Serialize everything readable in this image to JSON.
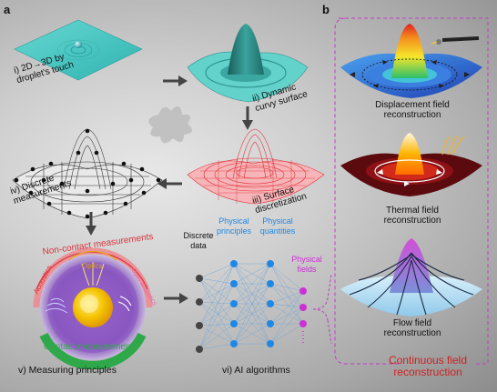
{
  "panel_a": {
    "letter": "a",
    "step1": "i) 2D→3D by droplet's touch",
    "step2": "ii) Dynamic curvy surface",
    "step3": "iii) Surface discretization",
    "step4": "iv) Discrete measurements",
    "step5": "v) Measuring principles",
    "step6": "vi) AI algorithms",
    "principles": {
      "non_contact": "Non-contact measurements",
      "contact": "Contact measurements",
      "optics": "Optics",
      "acoustics": "Acoustics",
      "opto_acoustics": "Opto-acoustics"
    },
    "network": {
      "discrete_data": "Discrete data",
      "physical_principles": "Physical principles",
      "physical_quantities": "Physical quantities",
      "physical_fields": "Physical fields"
    }
  },
  "panel_b": {
    "letter": "b",
    "displacement": "Displacement field reconstruction",
    "thermal": "Thermal field reconstruction",
    "flow": "Flow field reconstruction",
    "caption": "Continuous field reconstruction"
  },
  "colors": {
    "network_blue": "#1e88e5",
    "fields_magenta": "#cc2fd4",
    "caption_red": "#d21f1f",
    "dashed_border": "#c43ac8",
    "contact_green": "#2fa84a",
    "noncontact_red": "#d9343b"
  }
}
